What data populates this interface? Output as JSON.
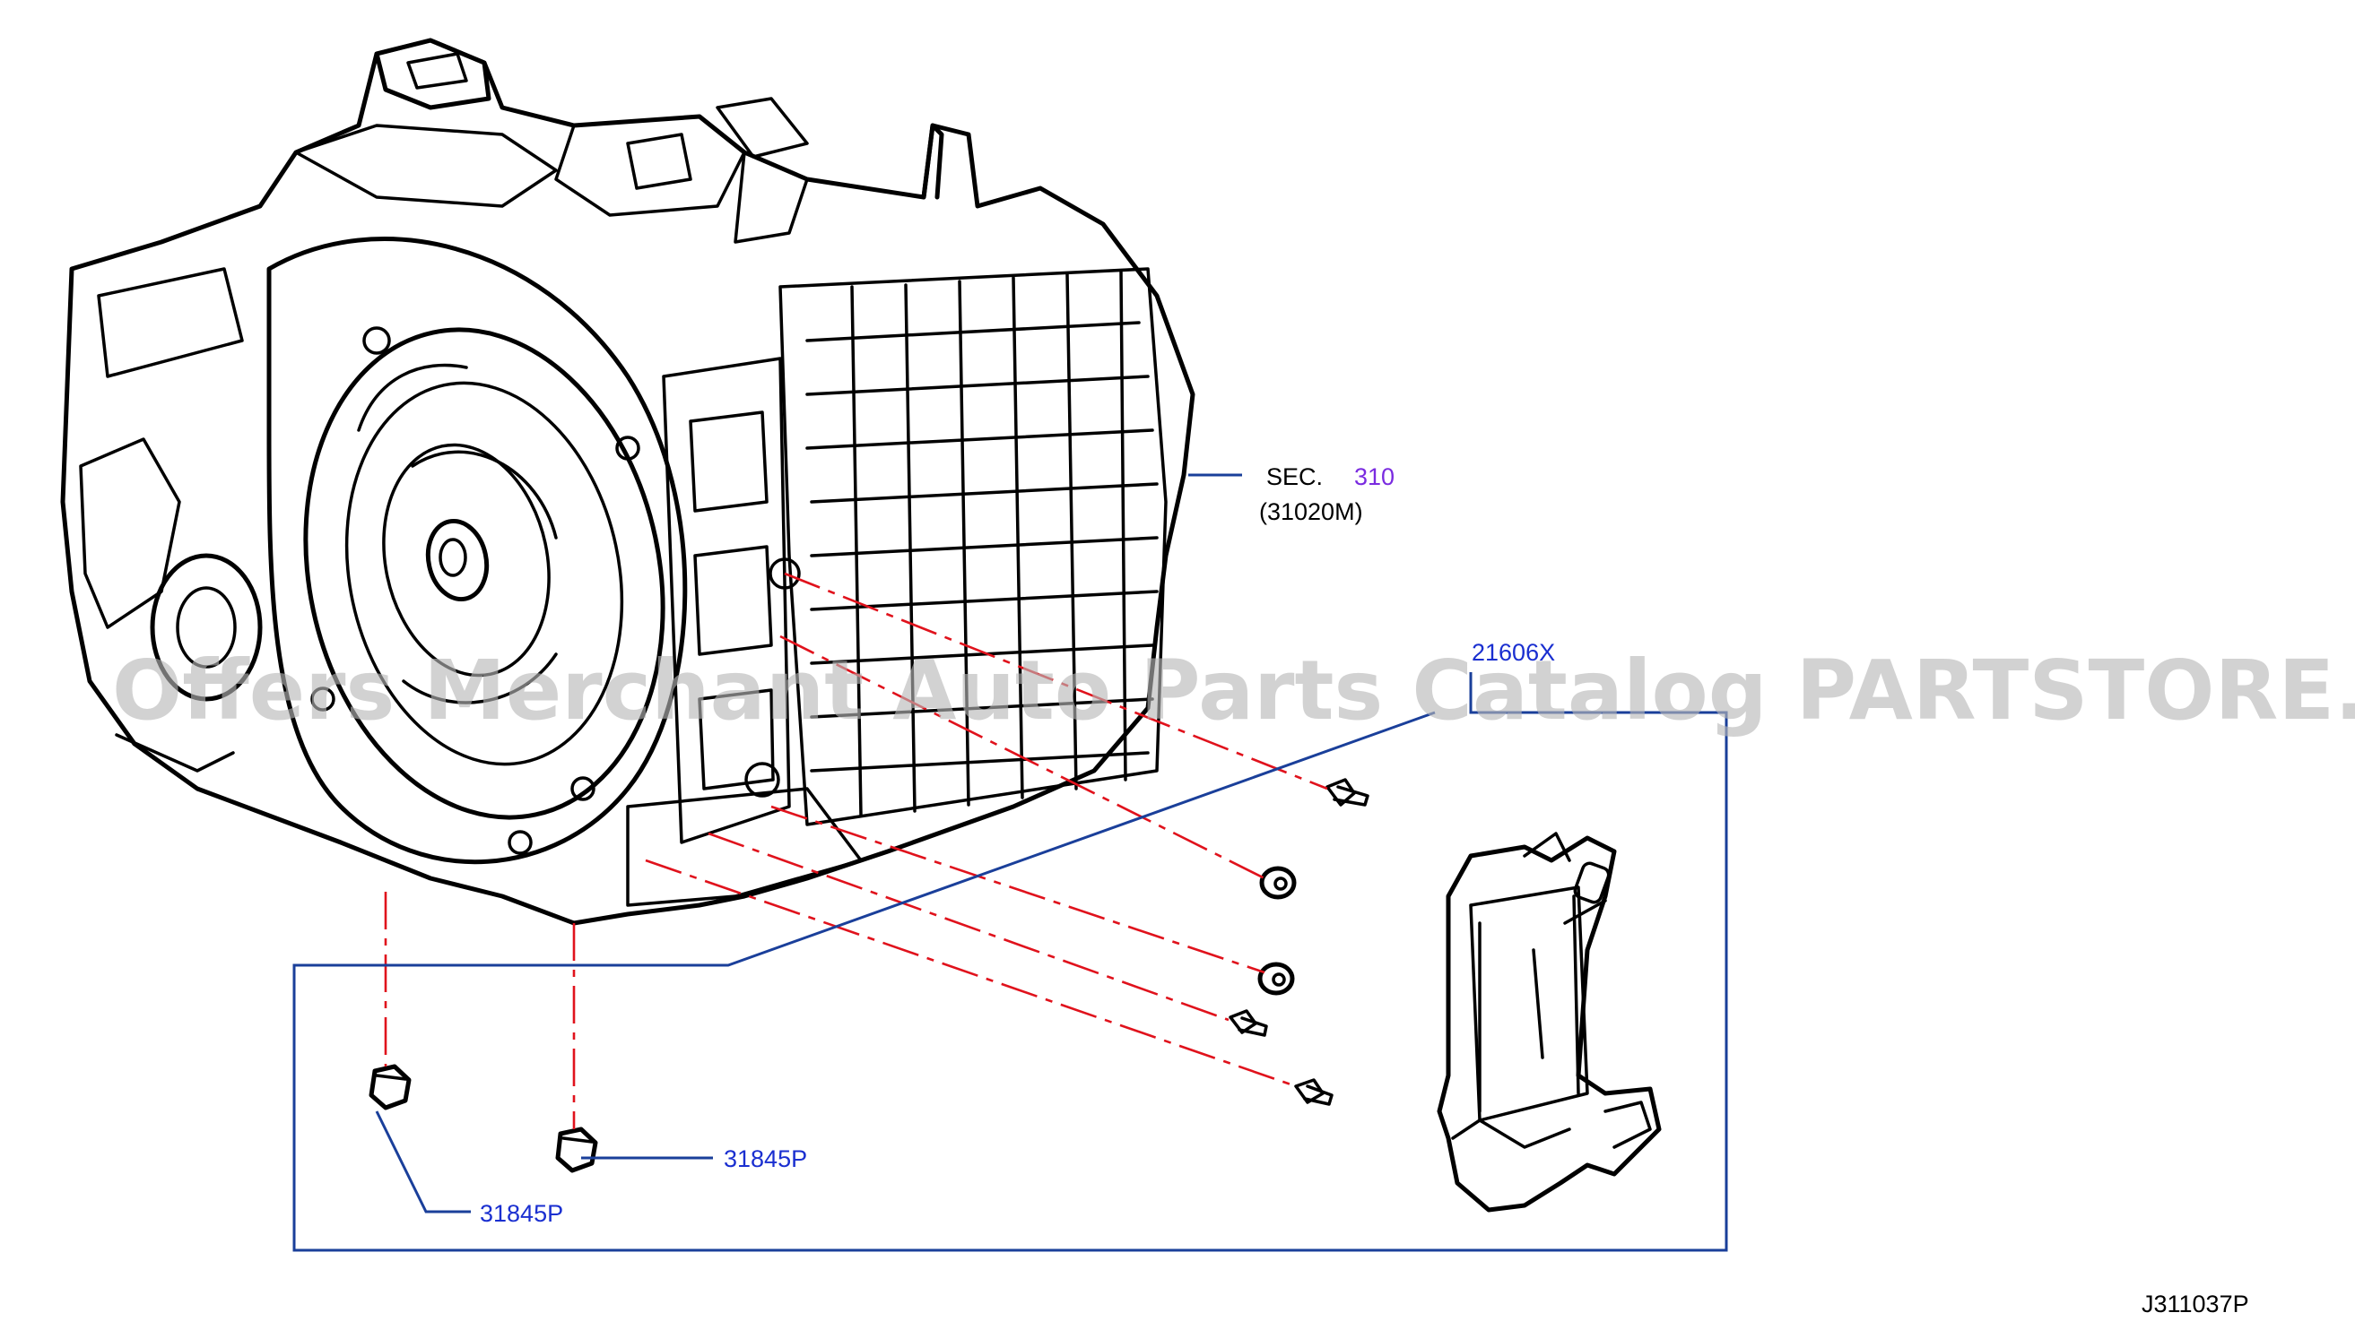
{
  "diagram": {
    "callouts": {
      "sec_prefix": "SEC.",
      "sec_number": "310",
      "sec_part": "(31020M)",
      "cooler_part": "21606X",
      "bolt_right": "31845P",
      "bolt_left": "31845P"
    },
    "figure_id": "J311037P",
    "watermark": "Offers Merchant Auto Parts Catalog PARTSTORE.SA",
    "colors": {
      "part_label": "#1a2fd0",
      "section_number": "#7a2be0",
      "leader_line": "#1a3f9a",
      "dash_line": "#e0121c",
      "ink": "#000000"
    }
  }
}
